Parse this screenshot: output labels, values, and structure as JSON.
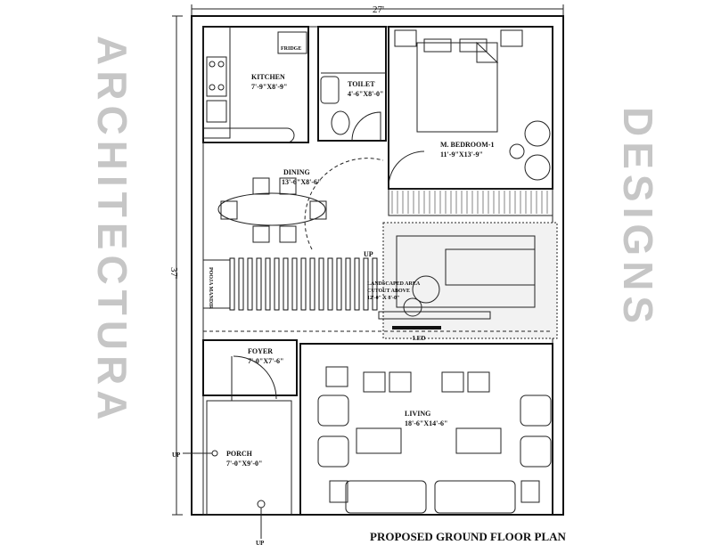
{
  "plan": {
    "title": "PROPOSED GROUND FLOOR PLAN",
    "width_dim": "27'",
    "depth_dim": "37'",
    "rooms": {
      "kitchen": {
        "name": "KITCHEN",
        "size": "7'-9\"X8'-9\""
      },
      "toilet": {
        "name": "TOILET",
        "size": "4'-6\"X8'-0\""
      },
      "bedroom": {
        "name": "M. BEDROOM-1",
        "size": "11'-9\"X13'-9\""
      },
      "dining": {
        "name": "DINING",
        "size": "13'-6\"X8'-6\""
      },
      "foyer": {
        "name": "FOYER",
        "size": "7'-0\"X7'-6\""
      },
      "living": {
        "name": "LIVING",
        "size": "18'-6\"X14'-6\""
      },
      "porch": {
        "name": "PORCH",
        "size": "7'-0\"X9'-0\""
      },
      "landscape": {
        "line1": "LANDSCAPED AREA",
        "line2": "CUTOUT ABOVE",
        "line3": "12'-0\" X 8'-0\""
      },
      "pooja": {
        "name": "POOJA MANDIR"
      }
    },
    "labels": {
      "fridge": "FRIDGE",
      "up": "UP",
      "led": "LED"
    },
    "watermark": {
      "line1": "ARCHITECTURA",
      "line2": "DESIGNS"
    }
  }
}
